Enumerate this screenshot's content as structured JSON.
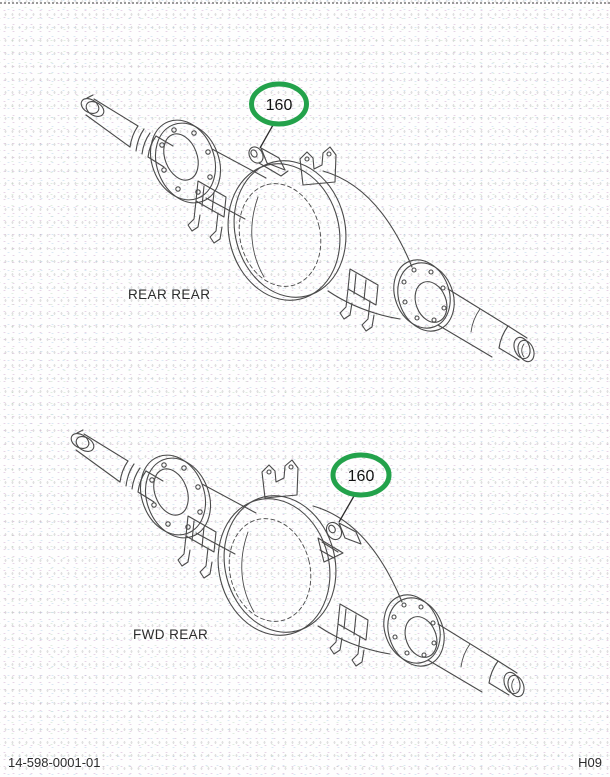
{
  "page": {
    "doc_number": "14-598-0001-01",
    "page_code": "H09"
  },
  "colors": {
    "callout_green": "#23A24B",
    "line_gray": "#4a4a4a"
  },
  "diagrams": [
    {
      "name": "rear-rear",
      "label": "REAR REAR",
      "callouts": [
        {
          "number": "160"
        }
      ]
    },
    {
      "name": "fwd-rear",
      "label": "FWD REAR",
      "callouts": [
        {
          "number": "160"
        }
      ]
    }
  ]
}
